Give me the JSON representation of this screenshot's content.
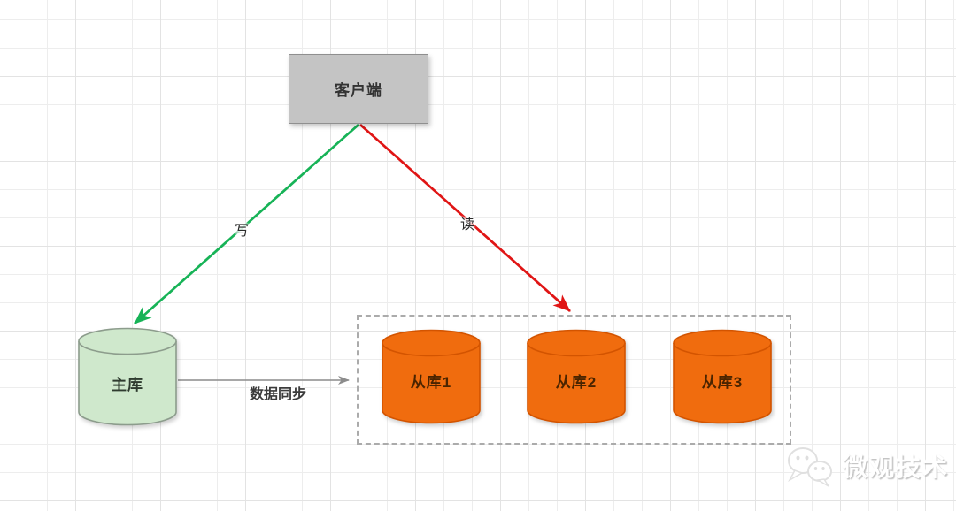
{
  "diagram": {
    "background": {
      "bg_color": "#ffffff",
      "grid_minor_color": "#ededed",
      "grid_major_color": "#e3e3e3"
    },
    "nodes": {
      "client": {
        "label": "客户端",
        "fill": "#c4c4c4",
        "border": "#8f8f8f",
        "text_color": "#333333"
      },
      "master": {
        "label": "主库",
        "fill": "#cfe8cc",
        "border": "#8c9c8c",
        "text_color": "#2f3b2f"
      },
      "slaves": {
        "items": [
          {
            "label": "从库1"
          },
          {
            "label": "从库2"
          },
          {
            "label": "从库3"
          }
        ],
        "fill": "#f06c0e",
        "border": "#d35400",
        "text_color": "#4a2400",
        "group_border_color": "#ababab"
      }
    },
    "edges": {
      "write": {
        "label": "写",
        "color": "#17b357"
      },
      "read": {
        "label": "读",
        "color": "#e01515"
      },
      "sync": {
        "label": "数据同步",
        "color": "#8c8c8c"
      }
    },
    "watermark": {
      "text": "微观技术",
      "icon": "wechat-icon",
      "text_color": "#ffffff"
    }
  }
}
